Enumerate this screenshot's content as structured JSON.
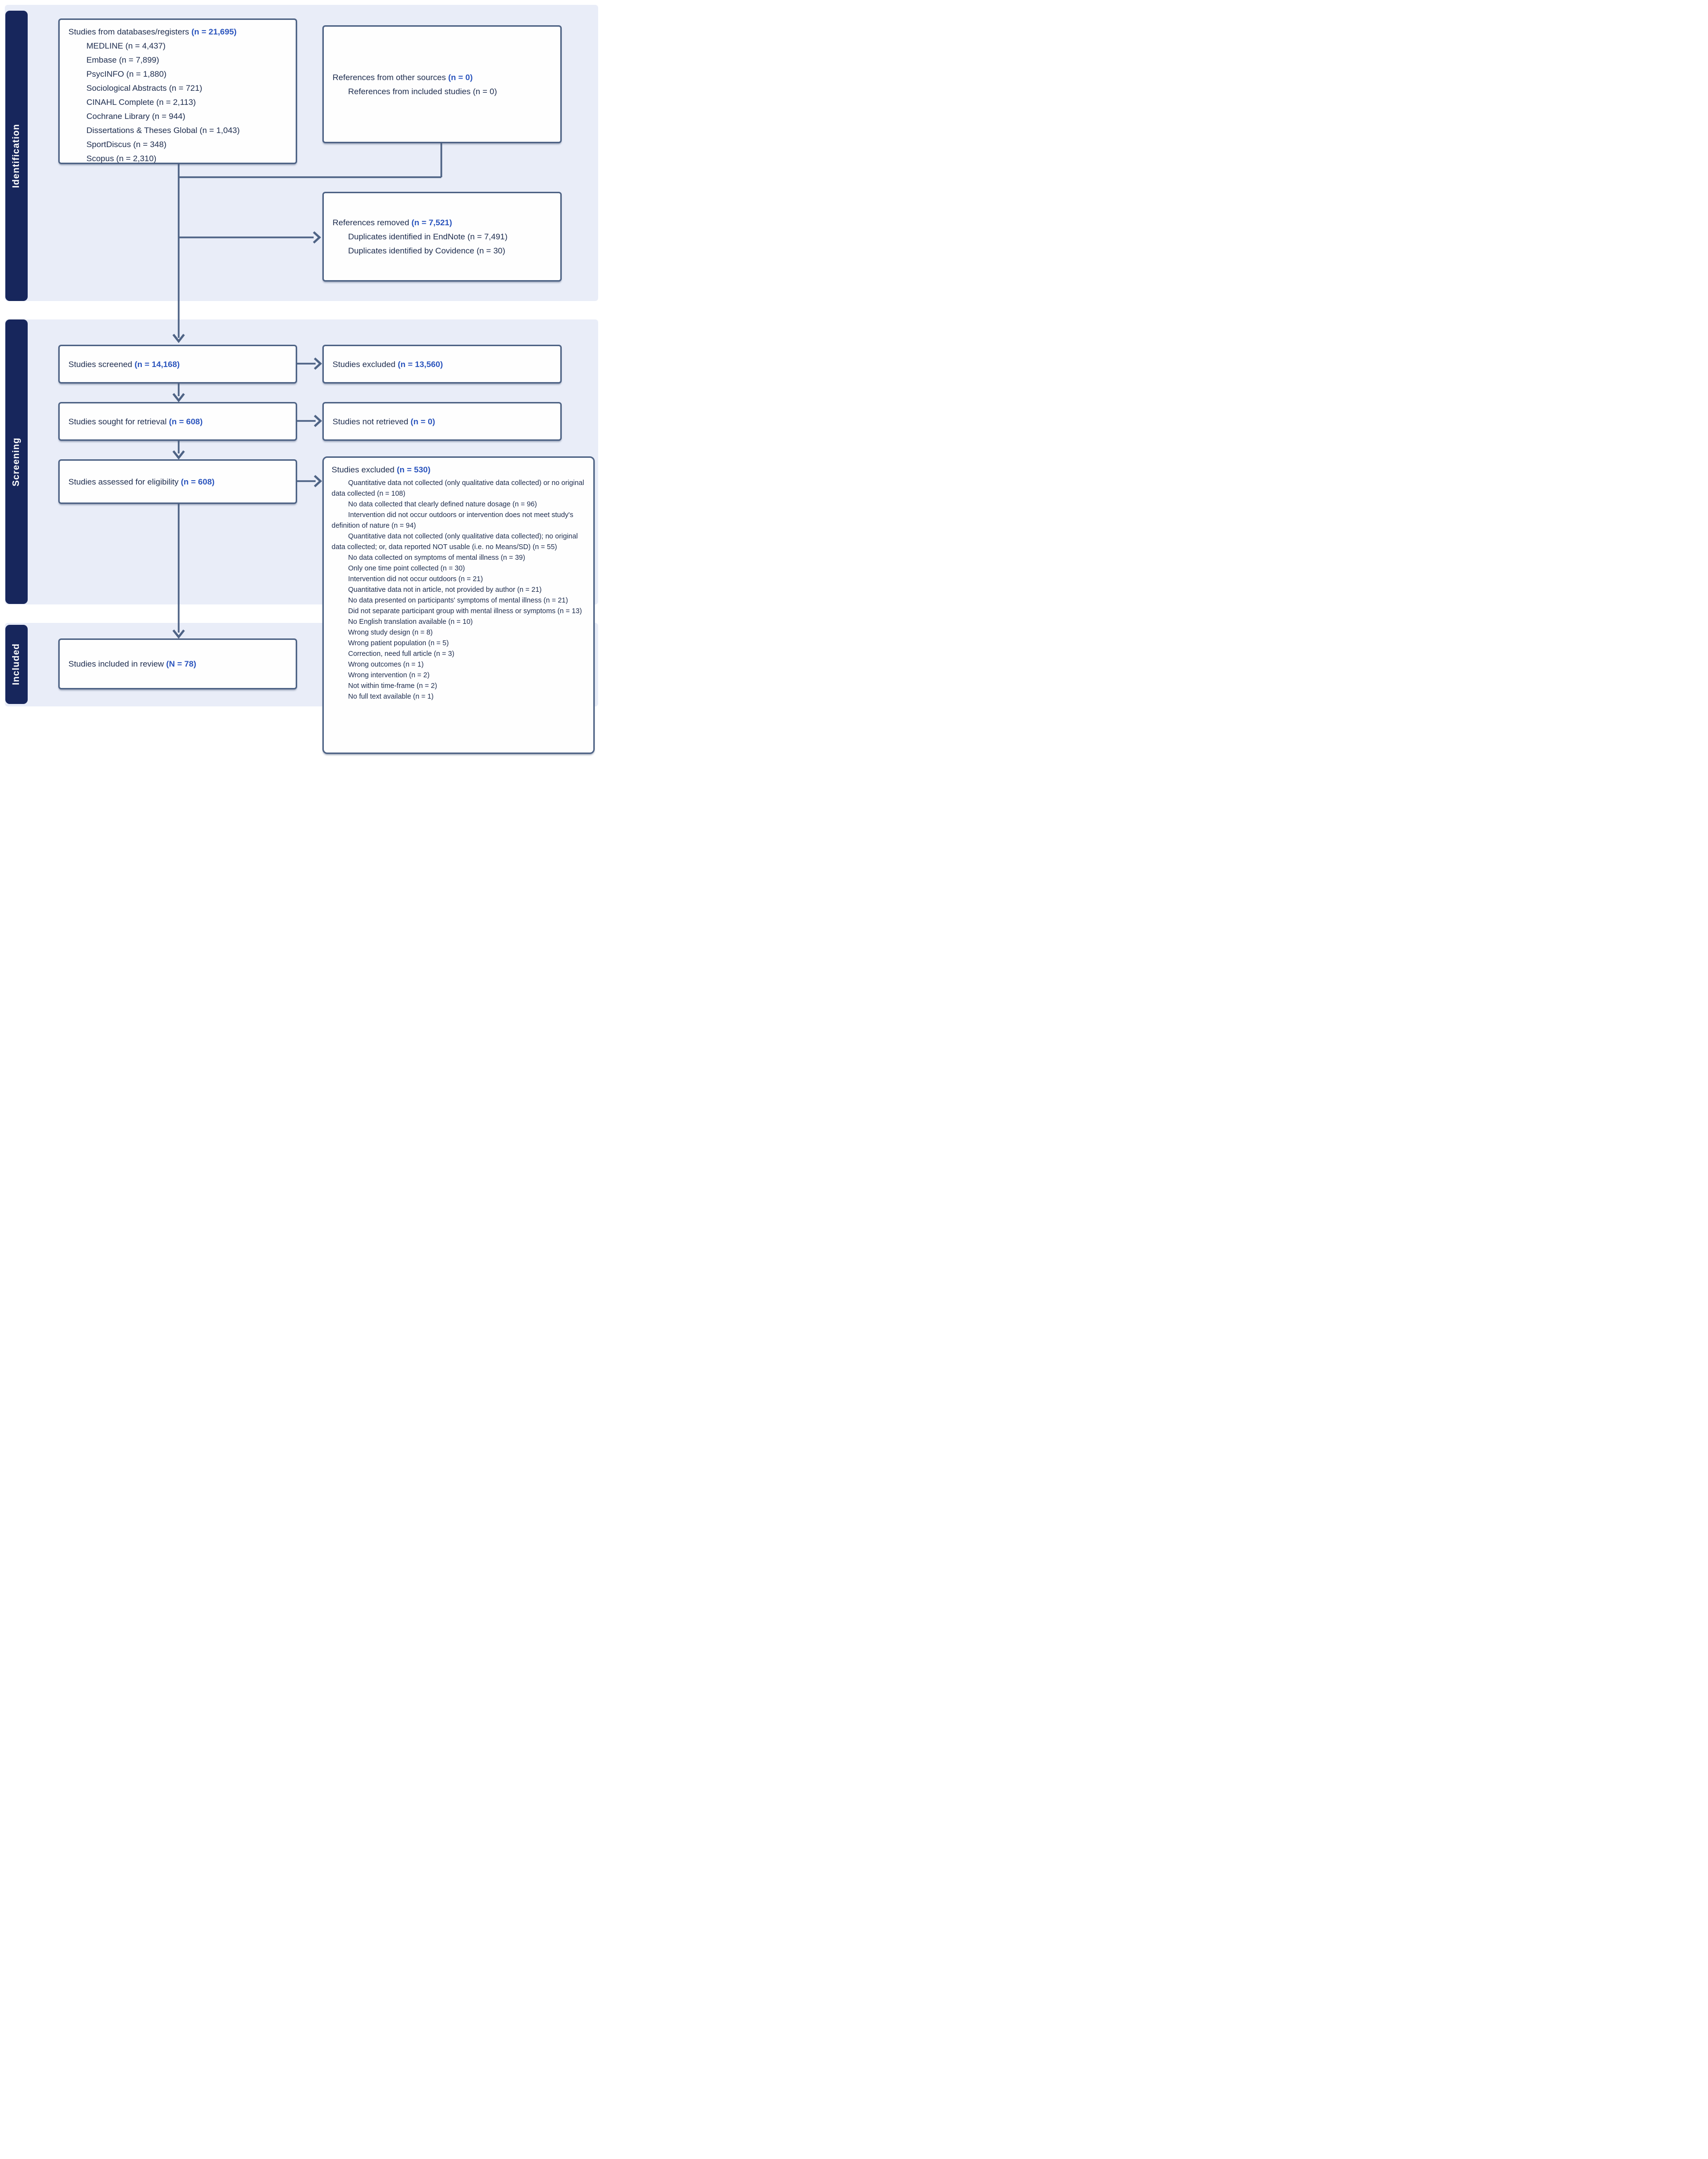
{
  "palette": {
    "sidebar_navy": "#17265c",
    "band_lavender": "#e9edf8",
    "border_slate": "#4e6385",
    "text_navy": "#1d2c4e",
    "count_blue": "#2a54bd",
    "box_fill": "#fefefe"
  },
  "sections": [
    {
      "label": "Identification"
    },
    {
      "label": "Screening"
    },
    {
      "label": "Included"
    }
  ],
  "boxes": {
    "databases": {
      "title": "Studies from databases/registers",
      "count": "(n = 21,695)",
      "items": [
        "MEDLINE (n = 4,437)",
        "Embase (n = 7,899)",
        "PsycINFO (n = 1,880)",
        "Sociological Abstracts (n = 721)",
        "CINAHL Complete (n = 2,113)",
        "Cochrane Library (n = 944)",
        "Dissertations & Theses Global (n = 1,043)",
        "SportDiscus (n = 348)",
        "Scopus (n = 2,310)"
      ]
    },
    "other_sources": {
      "title": "References from other sources",
      "count": "(n = 0)",
      "items": [
        "References from included studies (n = 0)"
      ]
    },
    "references_removed": {
      "title": "References removed",
      "count": "(n = 7,521)",
      "items": [
        "Duplicates identified in EndNote (n = 7,491)",
        "Duplicates identified by Covidence (n = 30)"
      ]
    },
    "screened": {
      "title": "Studies screened",
      "count": "(n = 14,168)"
    },
    "excluded_screening": {
      "title": "Studies excluded",
      "count": "(n = 13,560)"
    },
    "sought": {
      "title": "Studies sought for retrieval",
      "count": "(n = 608)"
    },
    "not_retrieved": {
      "title": "Studies not retrieved",
      "count": "(n = 0)"
    },
    "assessed": {
      "title": "Studies assessed for eligibility",
      "count": "(n = 608)"
    },
    "excluded_eligibility": {
      "title": "Studies excluded",
      "count": "(n = 530)",
      "reasons": [
        "Quantitative data not collected (only qualitative data collected) or no original data collected (n = 108)",
        "No data collected that clearly defined nature dosage (n = 96)",
        "Intervention did not occur outdoors or intervention does not meet study's definition of nature (n = 94)",
        "Quantitative data not collected (only qualitative data collected); no original data collected; or, data reported NOT usable (i.e. no Means/SD) (n = 55)",
        "No data collected on symptoms of mental illness (n = 39)",
        "Only one time point collected (n = 30)",
        "Intervention did not occur outdoors (n = 21)",
        "Quantitative data not in article, not provided by author (n = 21)",
        "No data presented on participants' symptoms of mental illness (n = 21)",
        "Did not separate participant group with mental illness or symptoms (n = 13)",
        "No English translation available (n = 10)",
        "Wrong study design (n = 8)",
        "Wrong patient population (n = 5)",
        "Correction, need full article (n = 3)",
        "Wrong outcomes (n = 1)",
        "Wrong intervention (n = 2)",
        "Not within time-frame (n = 2)",
        "No full text available (n = 1)"
      ]
    },
    "included": {
      "title": "Studies included in review",
      "count": "(N = 78)"
    }
  }
}
